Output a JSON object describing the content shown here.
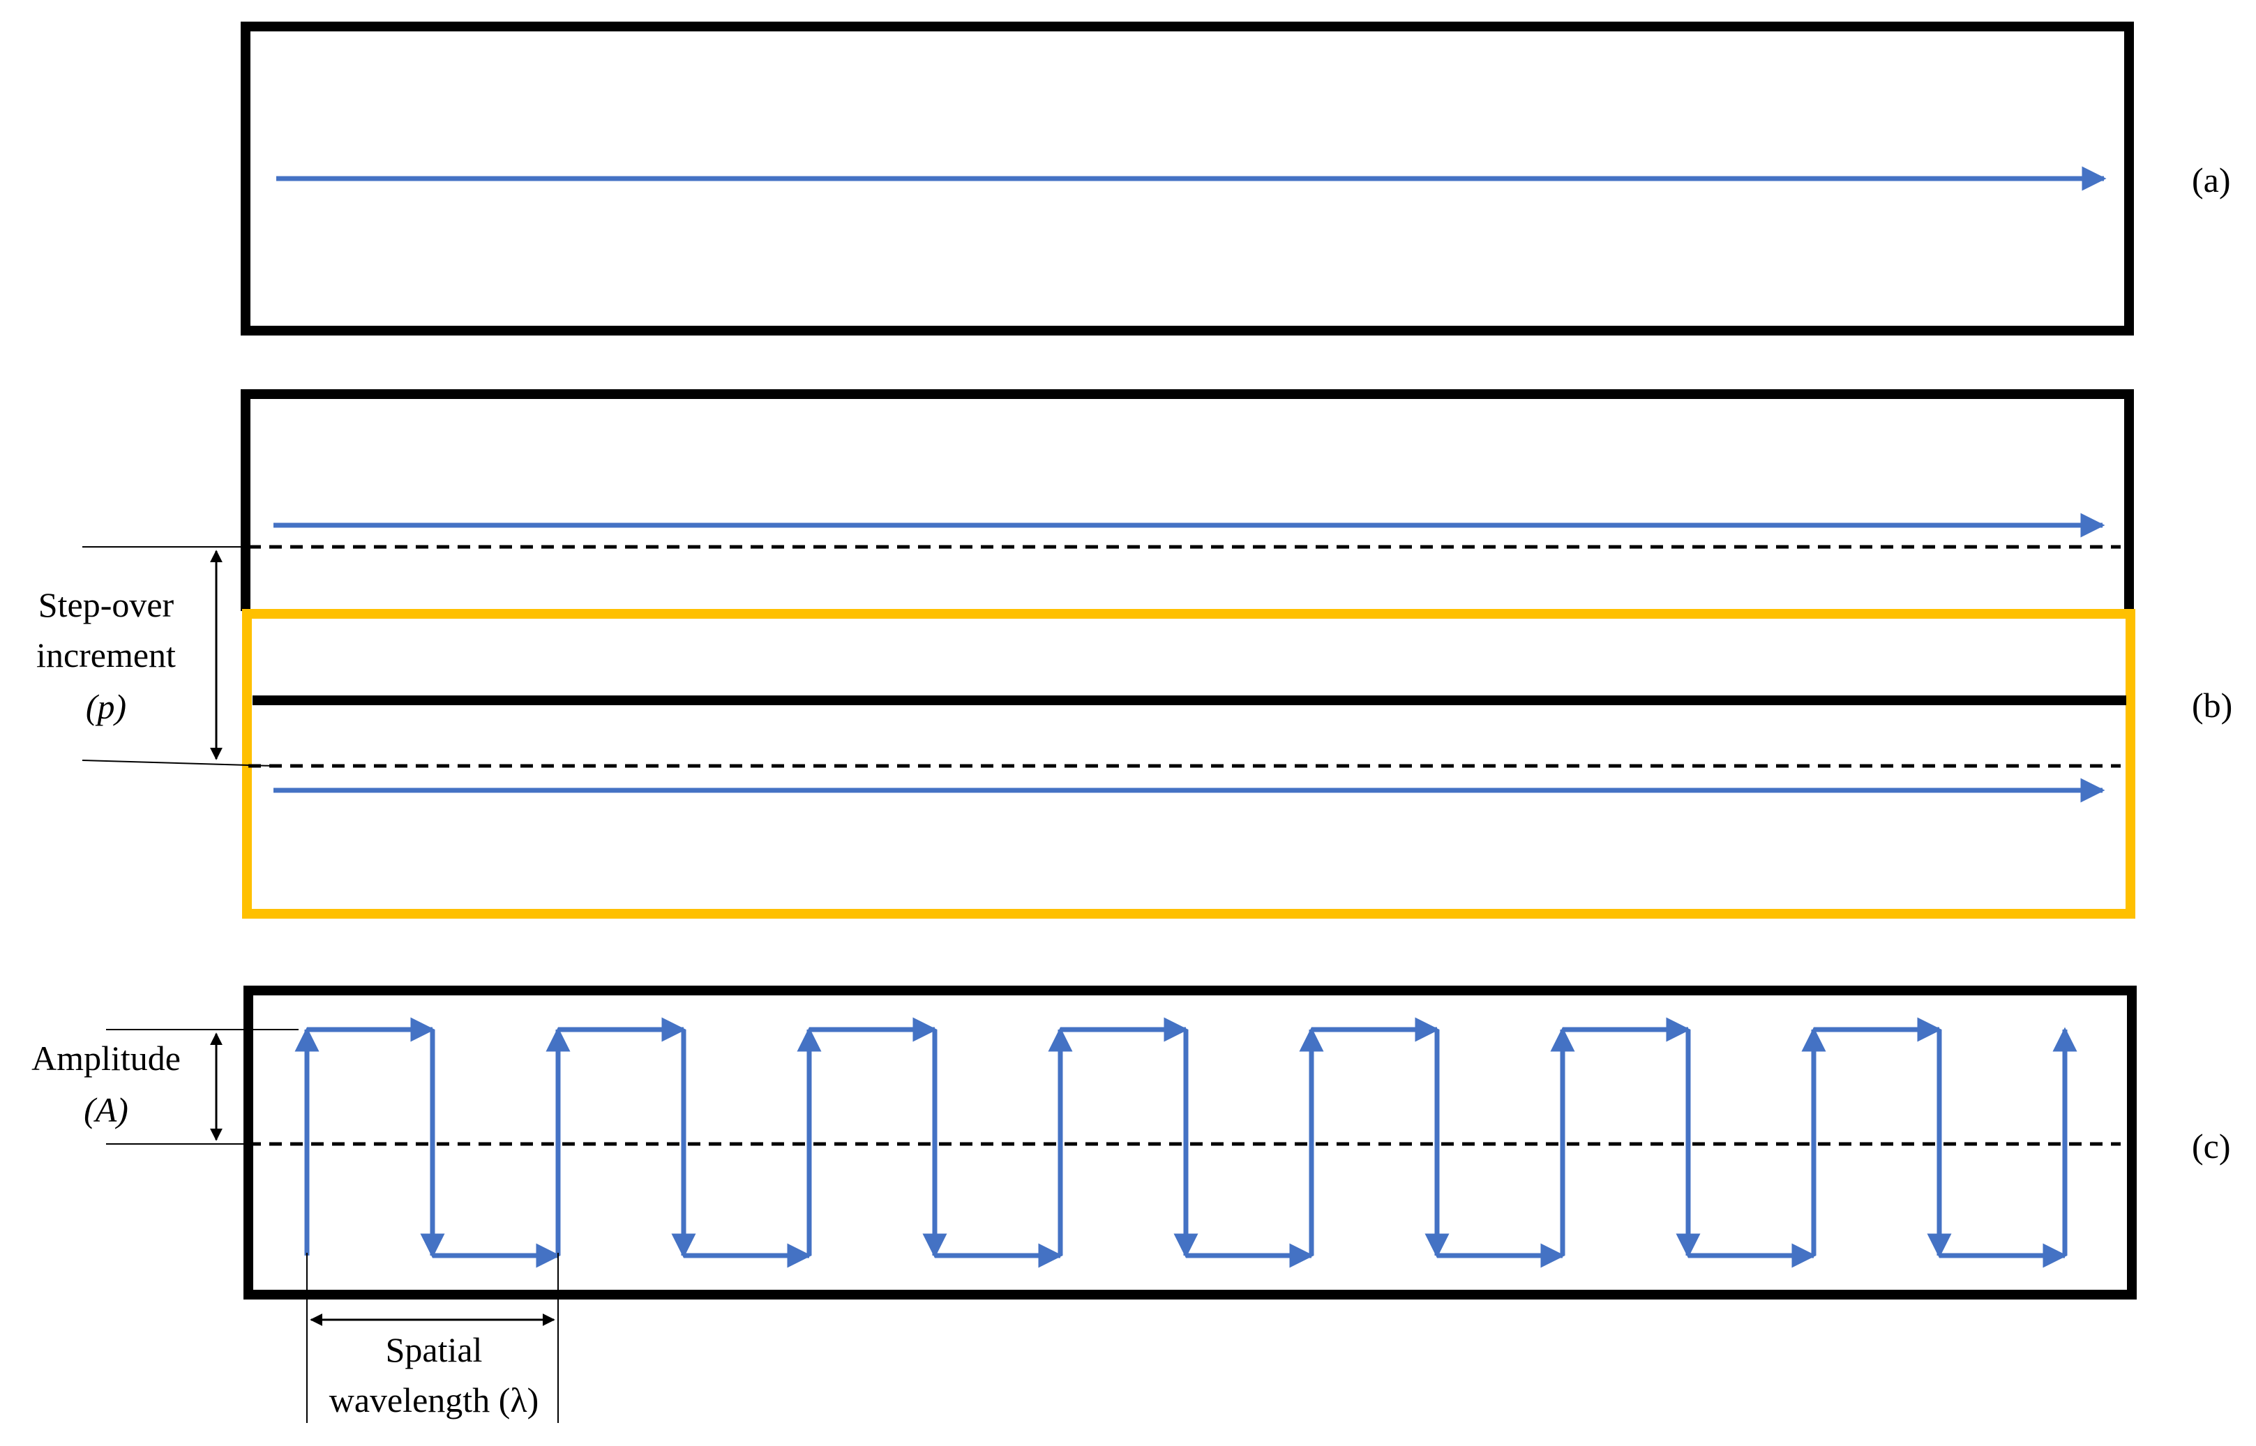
{
  "panels": {
    "a": {
      "label": "(a)"
    },
    "b": {
      "label": "(b)",
      "step_over_line1": "Step-over",
      "step_over_line2": "increment",
      "step_over_symbol": "(p)"
    },
    "c": {
      "label": "(c)",
      "amplitude_line1": "Amplitude",
      "amplitude_symbol": "(A)",
      "wavelength_line1": "Spatial",
      "wavelength_line2": "wavelength (λ)"
    }
  },
  "colors": {
    "path": "#4472C4",
    "tool_outline": "#000000",
    "second_pass_outline": "#FFC000",
    "dashed_center": "#000000"
  }
}
